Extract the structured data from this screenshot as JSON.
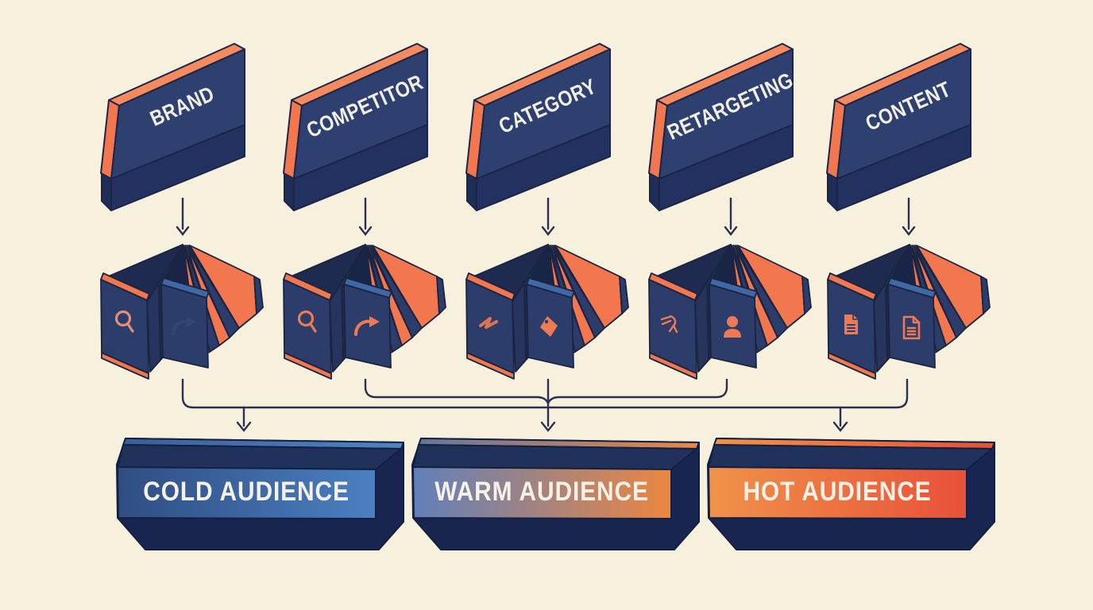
{
  "palette": {
    "background": "#f6f0dc",
    "navy": "#2e406f",
    "navy_panel": "#2c3d6c",
    "navy_dark": "#223160",
    "navy_deep": "#172550",
    "orange": "#f2764e",
    "orange_light": "#f58a5f",
    "outline": "#1c2547",
    "connector_line": "#2a3052",
    "label_light": "#f2efe2"
  },
  "sources": [
    {
      "label": "BRAND",
      "icons": [
        "search-icon",
        "share-arrow-icon"
      ]
    },
    {
      "label": "COMPETITOR",
      "icons": [
        "search-icon",
        "share-arrow-icon"
      ]
    },
    {
      "label": "CATEGORY",
      "icons": [
        "spark-icon",
        "price-tag-icon"
      ]
    },
    {
      "label": "RETARGETING",
      "icons": [
        "click-sketch-icon",
        "user-icon"
      ]
    },
    {
      "label": "CONTENT",
      "icons": [
        "document-icon",
        "document-icon"
      ]
    }
  ],
  "audiences": [
    {
      "label": "COLD AUDIENCE",
      "gradient": {
        "from": "#2f4d82",
        "to": "#4a80c2"
      }
    },
    {
      "label": "WARM AUDIENCE",
      "gradient": {
        "from": "#6080bb",
        "to": "#ec8640"
      }
    },
    {
      "label": "HOT AUDIENCE",
      "gradient": {
        "from": "#f0924a",
        "to": "#e85138"
      }
    }
  ]
}
